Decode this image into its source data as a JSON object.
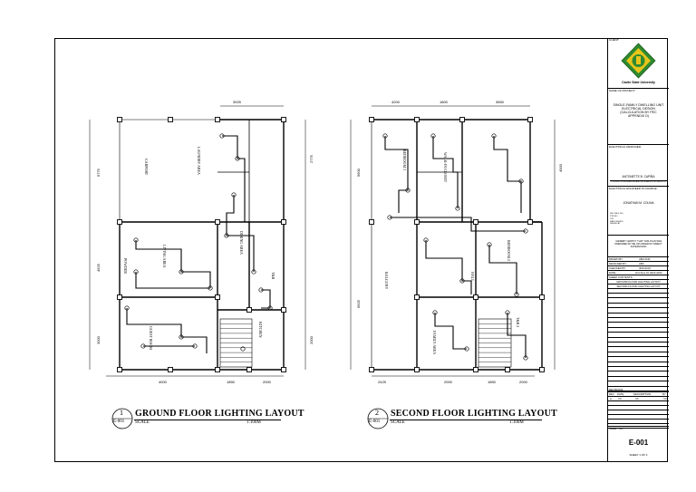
{
  "titleblock": {
    "client_label": "CLIENT:",
    "logo_text": "Cavite State University",
    "project_label": "NAME OF PROJECT:",
    "project_lines": [
      "SINGLE-FAMILY DWELLING UNIT",
      "ELECTRICAL DESIGN",
      "(CALCULATION BY PEC",
      "APPENDIX D)"
    ],
    "designer_label": "ELECTRICAL DESIGNER:",
    "designer_name": "ANTONETTE B. CAPIÑA",
    "designer_sub": "COLLEGE OF ENGINEERING AND INFORMATION TECHNOLOGY",
    "engineer_label": "ELECTRICAL ENGINEER IN-CHARGE:",
    "engineer_name": "JONATHAN M. COLINA",
    "engineer_details": [
      "PRC REG. NO.",
      "PTR NO.",
      "TIN",
      "DATE ISSUED",
      "ISSUED AT"
    ],
    "certify": "I HEREBY CERTIFY THAT THIS PLAN WAS PREPARED BY ME OR UNDER MY DIRECT SUPERVISION",
    "fields": [
      {
        "k": "DRAWN BY:",
        "v": "ABC/JCM"
      },
      {
        "k": "DESIGNED BY:",
        "v": "ABC"
      },
      {
        "k": "CHECKED BY:",
        "v": "JMC/ACM"
      },
      {
        "k": "DATE:",
        "v": "2nd Sem AY 2023-2024"
      }
    ],
    "contents_label": "SHEET CONTENTS:",
    "contents": [
      "GROUND FLOOR LIGHTING LAYOUT",
      "SECOND FLOOR LIGHTING LAYOUT"
    ],
    "revisions_label": "REVISIONS:",
    "rev_headers": [
      "REV",
      "DATE",
      "DESCRIPTION",
      "BY"
    ],
    "rev_row": [
      "A",
      "XX",
      "XX",
      "XX"
    ],
    "sheet_label": "SHEET NO.:",
    "sheet_no": "E-001",
    "sheet_of": "SHEET  1  OF  4"
  },
  "plans": {
    "ground": {
      "title": "GROUND FLOOR LIGHTING LAYOUT",
      "scale_label": "SCALE",
      "scale": "1:100M",
      "callout_num": "1",
      "callout_ref": "E-001",
      "rooms": [
        "CARPORT",
        "LAUNDRY AREA",
        "POWDER",
        "LIVING AREA",
        "DINING AREA",
        "GUEST ROOM",
        "KITCHEN",
        "T&B",
        "STAIR"
      ],
      "dims": [
        "3925",
        "4000",
        "1850",
        "2000",
        "5775",
        "4925",
        "3000",
        "2775",
        "2000"
      ]
    },
    "second": {
      "title": "SECOND FLOOR LIGHTING LAYOUT",
      "scale_label": "SCALE",
      "scale": "1:100M",
      "callout_num": "2",
      "callout_ref": "E-001",
      "rooms": [
        "BEDROOM 1",
        "WALK-IN CLOSET",
        "BALCONY",
        "BEDROOM 2",
        "FAMILY AREA",
        "T&B 2",
        "HALL"
      ],
      "dims": [
        "4200",
        "1800",
        "3650",
        "2425",
        "2000",
        "1850",
        "2000",
        "5600",
        "4000",
        "6925"
      ]
    }
  }
}
